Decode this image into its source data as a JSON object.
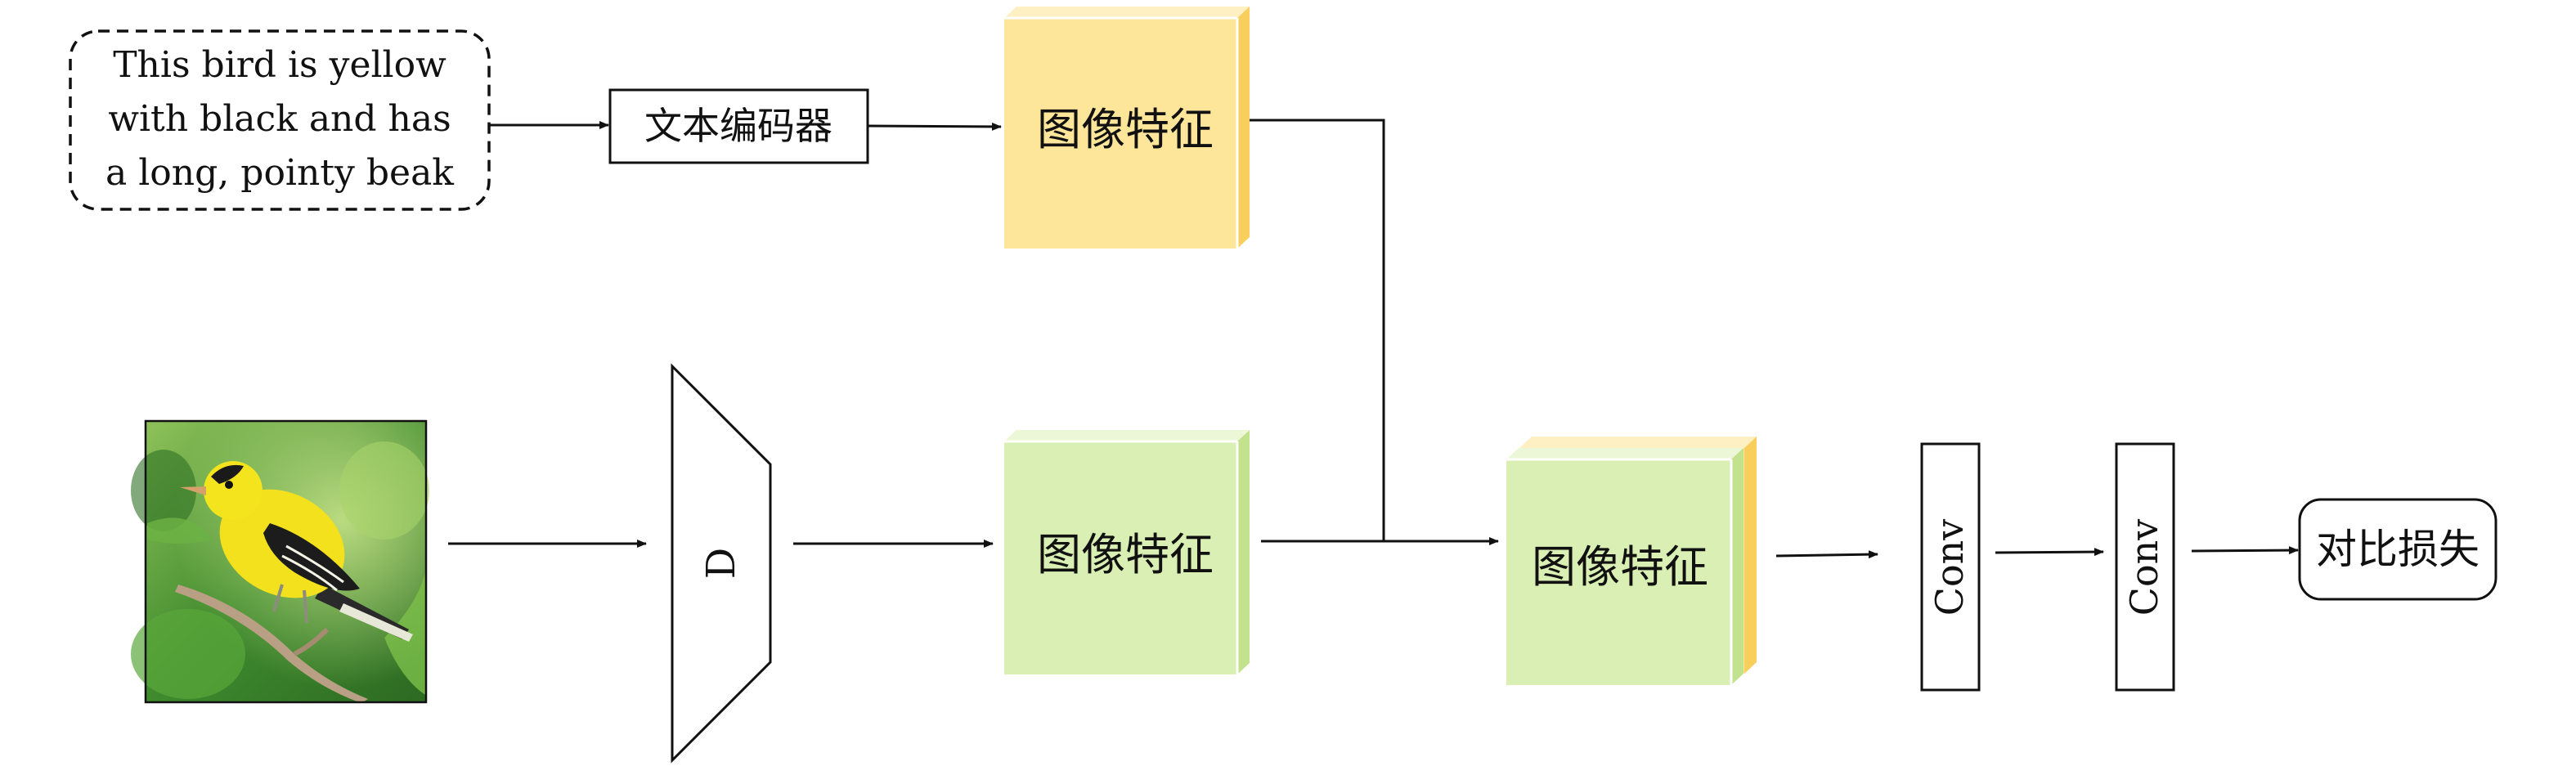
{
  "caption": {
    "line1": "This bird is yellow",
    "line2": "with black and has",
    "line3": "a long, pointy beak"
  },
  "text_encoder": {
    "label": "文本编码器"
  },
  "text_feature": {
    "label": "图像特征"
  },
  "discriminator": {
    "label": "D"
  },
  "image_feature": {
    "label": "图像特征"
  },
  "fused_feature": {
    "label": "图像特征"
  },
  "conv1": {
    "label": "Conv"
  },
  "conv2": {
    "label": "Conv"
  },
  "loss": {
    "label": "对比损失"
  },
  "colors": {
    "yellow_feature": "#fde59a",
    "yellow_side": "#f8cf5c",
    "green_feature": "#d9efb3",
    "green_side": "#c2e28d",
    "stroke": "#111111"
  }
}
